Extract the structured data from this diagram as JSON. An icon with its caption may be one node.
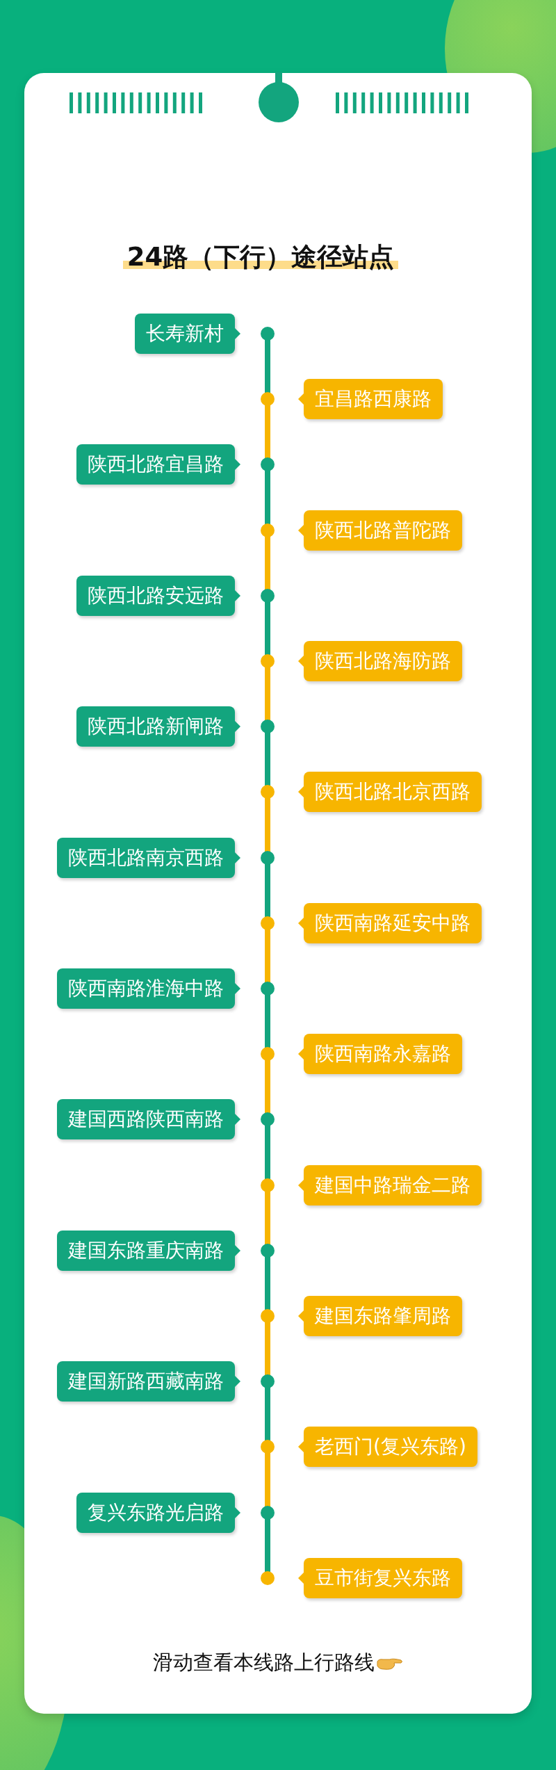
{
  "diagram": {
    "title": "24路（下行）途径站点",
    "nodes": [
      {
        "text": [
          "长寿新村"
        ]
      },
      {
        "text": [],
        "shape": "circle"
      },
      {
        "text": [
          "宜昌路西康路"
        ]
      },
      {
        "text": [],
        "shape": "circle"
      },
      {
        "text": [
          "陕西北路宜昌路"
        ]
      },
      {
        "text": [],
        "shape": "circle"
      },
      {
        "text": [
          "陕西北路普陀路"
        ]
      },
      {
        "text": [],
        "shape": "circle"
      },
      {
        "text": [
          "陕西北路安远路"
        ]
      },
      {
        "text": [],
        "shape": "circle"
      },
      {
        "text": [
          "陕西北路海防路"
        ]
      },
      {
        "text": [],
        "shape": "circle"
      },
      {
        "text": [
          "陕西北路新闸路"
        ]
      },
      {
        "text": [],
        "shape": "circle"
      },
      {
        "text": [
          "陕西北路北京西路"
        ]
      },
      {
        "text": [],
        "shape": "circle"
      },
      {
        "text": [
          "陕西北路南京西路"
        ]
      },
      {
        "text": [],
        "shape": "circle"
      },
      {
        "text": [
          "陕西南路延安中路"
        ]
      },
      {
        "text": [],
        "shape": "circle"
      },
      {
        "text": [
          "陕西南路淮海中路"
        ]
      },
      {
        "text": [],
        "shape": "circle"
      },
      {
        "text": [
          "陕西南路永嘉路"
        ]
      },
      {
        "text": [],
        "shape": "circle"
      },
      {
        "text": [
          "建国西路陕西南路"
        ]
      },
      {
        "text": [],
        "shape": "circle"
      },
      {
        "text": [
          "建国中路瑞金二路"
        ]
      },
      {
        "text": [],
        "shape": "circle"
      },
      {
        "text": [
          "建国东路重庆南路"
        ]
      },
      {
        "text": [],
        "shape": "circle"
      },
      {
        "text": [
          "建国东路肇周路"
        ]
      },
      {
        "text": [],
        "shape": "circle"
      },
      {
        "text": [
          "建国新路西藏南路"
        ]
      },
      {
        "text": [],
        "shape": "circle"
      },
      {
        "text": [
          "老西门(复兴东路)"
        ]
      },
      {
        "text": [],
        "shape": "circle"
      },
      {
        "text": [
          "复兴东路光启路"
        ]
      },
      {
        "text": [],
        "shape": "circle"
      },
      {
        "text": [
          "豆市街复兴东路"
        ]
      },
      {
        "text": [],
        "shape": "circle"
      }
    ],
    "edges": [
      {
        "from": 1,
        "to": 3,
        "arrow": "none"
      },
      {
        "from": 3,
        "to": 5,
        "arrow": "none",
        "color": "#f7b500"
      },
      {
        "from": 5,
        "to": 7,
        "arrow": "none"
      },
      {
        "from": 7,
        "to": 9,
        "arrow": "none",
        "color": "#f7b500"
      },
      {
        "from": 9,
        "to": 11,
        "arrow": "none"
      },
      {
        "from": 11,
        "to": 13,
        "arrow": "none",
        "color": "#f7b500"
      },
      {
        "from": 13,
        "to": 15,
        "arrow": "none"
      },
      {
        "from": 15,
        "to": 17,
        "arrow": "none",
        "color": "#f7b500"
      },
      {
        "from": 17,
        "to": 19,
        "arrow": "none"
      },
      {
        "from": 19,
        "to": 21,
        "arrow": "none",
        "color": "#f7b500"
      },
      {
        "from": 21,
        "to": 23,
        "arrow": "none"
      },
      {
        "from": 23,
        "to": 25,
        "arrow": "none",
        "color": "#f7b500"
      },
      {
        "from": 25,
        "to": 27,
        "arrow": "none"
      },
      {
        "from": 27,
        "to": 29,
        "arrow": "none",
        "color": "#f7b500"
      },
      {
        "from": 29,
        "to": 31,
        "arrow": "none"
      },
      {
        "from": 31,
        "to": 33,
        "arrow": "none",
        "color": "#f7b500"
      },
      {
        "from": 33,
        "to": 35,
        "arrow": "none"
      },
      {
        "from": 35,
        "to": 37,
        "arrow": "none",
        "color": "#f7b500"
      },
      {
        "from": 37,
        "to": 39,
        "arrow": "none"
      }
    ],
    "labels": [
      "滑动查看本线路上行路线"
    ]
  }
}
